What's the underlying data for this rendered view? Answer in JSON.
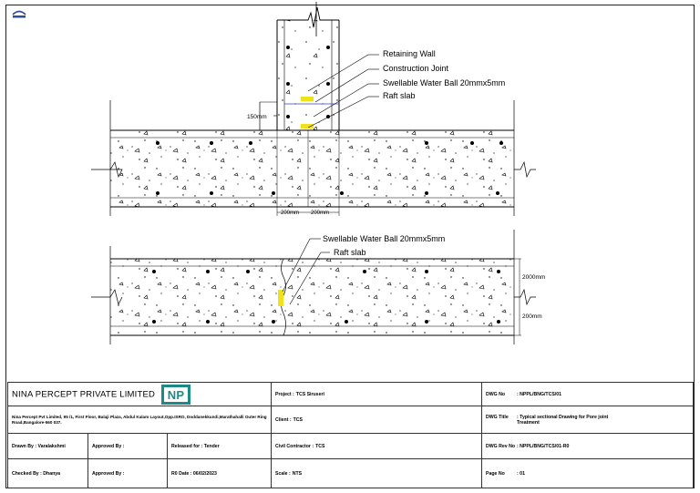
{
  "drawing": {
    "upper_section": {
      "labels": {
        "retaining_wall": "Retaining Wall",
        "construction_joint": "Construction Joint",
        "swellable_ball": "Swellable Water Ball  20mmx5mm",
        "raft_slab": "Raft slab"
      },
      "dims": {
        "d150": "150mm",
        "d200_left": "200mm",
        "d200_right": "200mm"
      }
    },
    "lower_section": {
      "labels": {
        "swellable_ball": "Swellable Water Ball  20mmx5mm",
        "raft_slab": "Raft slab"
      },
      "dims": {
        "d2000": "2000mm",
        "d200": "200mm"
      }
    },
    "colors": {
      "waterstop": "#f0e21a",
      "line": "#000000",
      "leader_blue": "#2a3bd6"
    }
  },
  "title_block": {
    "company": "NINA PERCEPT PRIVATE LIMITED",
    "logo_text": "NP",
    "address": "Nina Percept Pvt Limited, 95 /1, First Floor, Balaji Plaza, Abdul Kalam Layout,Opp.ISRO, Doddanekkundi,Marathahalli Outer Ring Road,Bangalore-560 037.",
    "project": {
      "label": "Project :",
      "value": "TCS Siruseri"
    },
    "client": {
      "label": "Client :",
      "value": "TCS"
    },
    "civil_contractor": {
      "label": "Civil Contractor :",
      "value": "TCS"
    },
    "scale": {
      "label": "Scale :",
      "value": "NTS"
    },
    "dwg_no": {
      "label": "DWG No",
      "value": ": NPPL/BNG/TCS/01"
    },
    "dwg_title": {
      "label": "DWG Title",
      "value": ": Typical sectional Drawing for Pore joint Treatment"
    },
    "dwg_rev": {
      "label": "DWG Rev No",
      "value": ": NPPL/BNG/TCS/01-R0"
    },
    "page_no": {
      "label": "Page No",
      "value": ": 01"
    },
    "drawn_by": "Drawn By : Varalakshmi",
    "approved_by_1": "Approved By :",
    "released_for": "Released for : Tender",
    "checked_by": "Checked By : Dhanya",
    "approved_by_2": "Approved By :",
    "r0_date": "R0 Date : 06/02/2023"
  }
}
